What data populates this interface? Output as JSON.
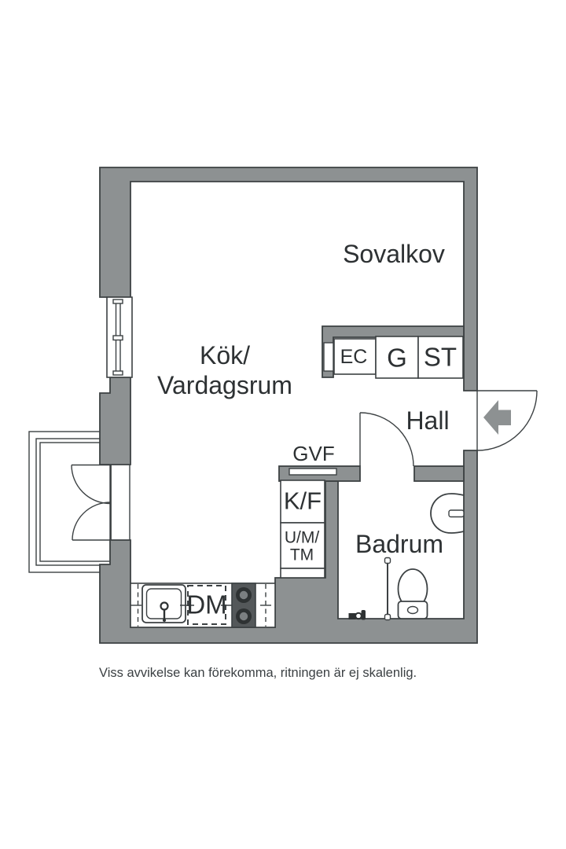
{
  "plan": {
    "rooms": {
      "sovalkov": "Sovalkov",
      "kitchen_line1": "Kök/",
      "kitchen_line2": "Vardagsrum",
      "hall": "Hall",
      "badrum": "Badrum"
    },
    "fixtures": {
      "ec": "EC",
      "g": "G",
      "st": "ST",
      "gvf": "GVF",
      "kf": "K/F",
      "umtm_line1": "U/M/",
      "umtm_line2": "TM",
      "dm": "DM"
    },
    "disclaimer": "Viss avvikelse kan förekomma, ritningen är ej skalenlig."
  },
  "colors": {
    "background": "#ffffff",
    "wall-gray": "#8d9192",
    "outline": "#3c4143",
    "text": "#2d3133",
    "disclaimer": "#3b4043",
    "stove-dark": "#54585a",
    "burner-ring": "#2e3233",
    "burner-center": "#7b7f81",
    "arrow-gray": "#8d9192"
  }
}
